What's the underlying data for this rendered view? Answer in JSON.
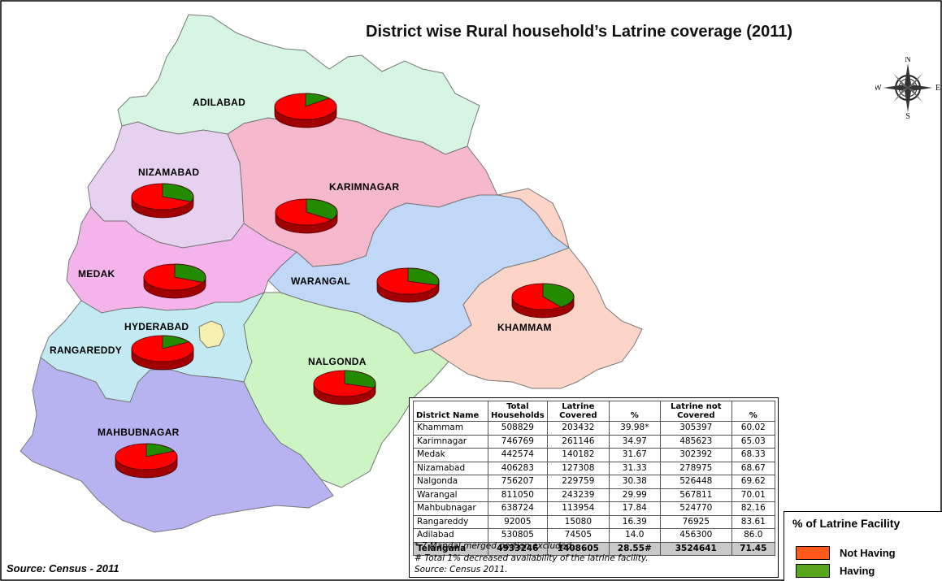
{
  "title": "District wise Rural household’s Latrine coverage (2011)",
  "source": "Source: Census - 2011",
  "colors": {
    "not_having": "#ff0000",
    "having": "#228b00",
    "legend_not_having": "#ff5a1e",
    "legend_having": "#5aa51e"
  },
  "compass": {
    "n": "N",
    "s": "S",
    "e": "E",
    "w": "W"
  },
  "districts": [
    {
      "name": "ADILABAD",
      "covered_pct": 14.0
    },
    {
      "name": "NIZAMABAD",
      "covered_pct": 31.33
    },
    {
      "name": "KARIMNAGAR",
      "covered_pct": 34.97
    },
    {
      "name": "MEDAK",
      "covered_pct": 31.67
    },
    {
      "name": "WARANGAL",
      "covered_pct": 29.99
    },
    {
      "name": "KHAMMAM",
      "covered_pct": 39.98
    },
    {
      "name": "HYDERABAD",
      "covered_pct": null
    },
    {
      "name": "RANGAREDDY",
      "covered_pct": 16.39
    },
    {
      "name": "NALGONDA",
      "covered_pct": 30.38
    },
    {
      "name": "MAHBUBNAGAR",
      "covered_pct": 17.84
    }
  ],
  "table": {
    "headers": [
      "District Name",
      "Total Households",
      "Latrine Covered",
      "%",
      "Latrine not Covered",
      "%"
    ],
    "rows": [
      [
        "Khammam",
        "508829",
        "203432",
        "39.98*",
        "305397",
        "60.02"
      ],
      [
        "Karimnagar",
        "746769",
        "261146",
        "34.97",
        "485623",
        "65.03"
      ],
      [
        "Medak",
        "442574",
        "140182",
        "31.67",
        "302392",
        "68.33"
      ],
      [
        "Nizamabad",
        "406283",
        "127308",
        "31.33",
        "278975",
        "68.67"
      ],
      [
        "Nalgonda",
        "756207",
        "229759",
        "30.38",
        "526448",
        "69.62"
      ],
      [
        "Warangal",
        "811050",
        "243239",
        "29.99",
        "567811",
        "70.01"
      ],
      [
        "Mahbubnagar",
        "638724",
        "113954",
        "17.84",
        "524770",
        "82.16"
      ],
      [
        "Rangareddy",
        "92005",
        "15080",
        "16.39",
        "76925",
        "83.61"
      ],
      [
        "Adilabad",
        "530805",
        "74505",
        "14.0",
        "456300",
        "86.0"
      ]
    ],
    "total": [
      "Telangana",
      "4933246",
      "1408605",
      "28.55#",
      "3524641",
      "71.45"
    ],
    "notes": [
      "* 7 Mandal merged portion excluded.",
      "# Total 1% decreased availability of the latrine facility.",
      "Source:  Census 2011."
    ]
  },
  "legend": {
    "title": "% of Latrine Facility",
    "items": [
      {
        "label": "Not Having"
      },
      {
        "label": "Having"
      }
    ]
  }
}
